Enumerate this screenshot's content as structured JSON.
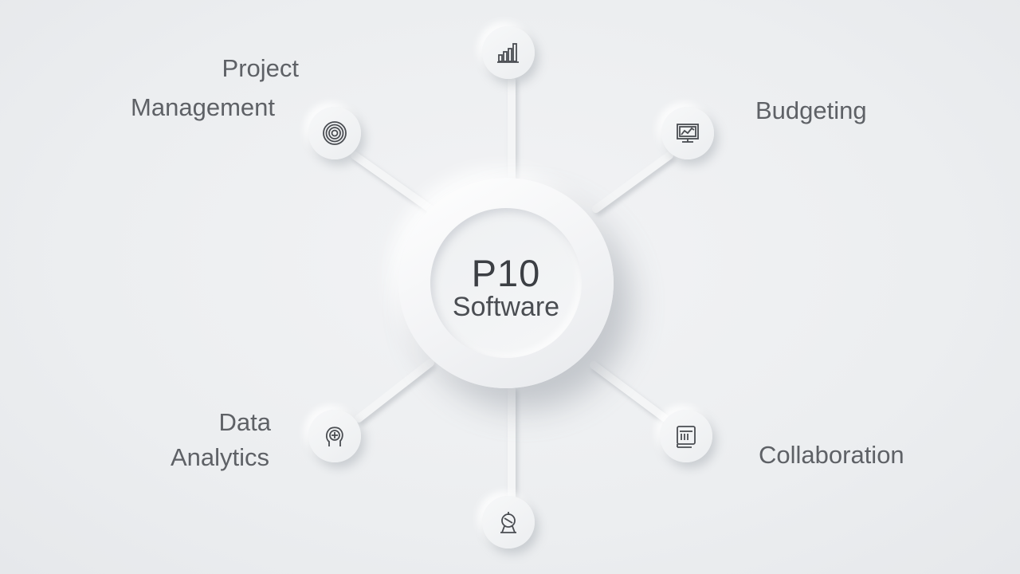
{
  "hub": {
    "title": "P10",
    "subtitle": "Software"
  },
  "nodes": [
    {
      "id": "top",
      "icon": "bar-chart-icon",
      "label_lines": []
    },
    {
      "id": "project-management",
      "icon": "target-icon",
      "label_lines": [
        "Project",
        "Management"
      ]
    },
    {
      "id": "budgeting",
      "icon": "monitor-chart-icon",
      "label_lines": [
        "Budgeting"
      ]
    },
    {
      "id": "data-analytics",
      "icon": "head-analytics-icon",
      "label_lines": [
        "Data",
        "Analytics"
      ]
    },
    {
      "id": "collaboration",
      "icon": "tablet-document-icon",
      "label_lines": [
        "Collaboration"
      ]
    },
    {
      "id": "bottom",
      "icon": "satellite-dish-icon",
      "label_lines": []
    }
  ],
  "colors": {
    "background": "#eceef0",
    "text": "#5e6166",
    "hub_text": "#3c3f44",
    "icon_stroke": "#4a4d52"
  }
}
